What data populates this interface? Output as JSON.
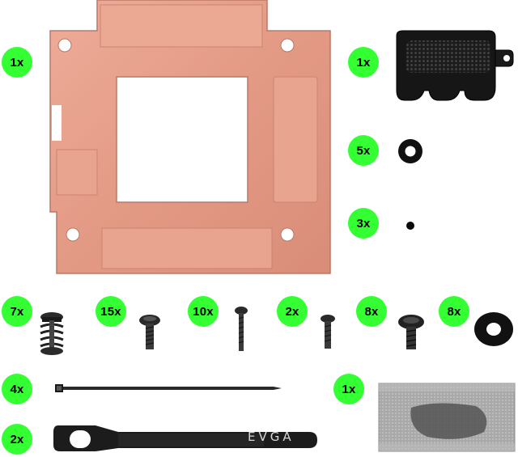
{
  "badge_color": "#33ff33",
  "copper_color": "#e7a08c",
  "items": [
    {
      "qty": "1x",
      "part": "copper-plate"
    },
    {
      "qty": "1x",
      "part": "pump-cover"
    },
    {
      "qty": "5x",
      "part": "rubber-washer"
    },
    {
      "qty": "3x",
      "part": "small-ball"
    },
    {
      "qty": "7x",
      "part": "spring-screw"
    },
    {
      "qty": "15x",
      "part": "screw-medium"
    },
    {
      "qty": "10x",
      "part": "screw-long"
    },
    {
      "qty": "2x",
      "part": "screw-short"
    },
    {
      "qty": "8x",
      "part": "screw-round-head"
    },
    {
      "qty": "8x",
      "part": "washer-large"
    },
    {
      "qty": "4x",
      "part": "cable-tie"
    },
    {
      "qty": "2x",
      "part": "velcro-strap"
    },
    {
      "qty": "1x",
      "part": "thermal-paste-packet"
    }
  ],
  "strap_brand": "EVGA"
}
